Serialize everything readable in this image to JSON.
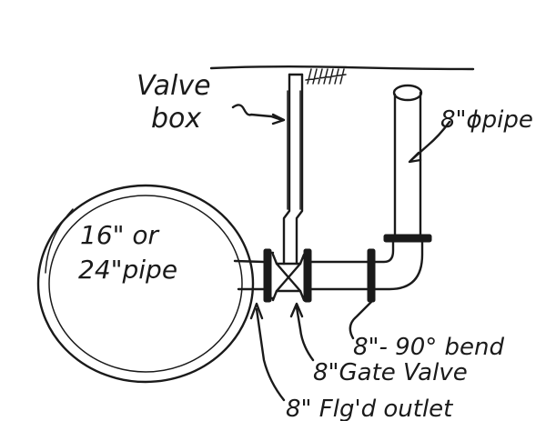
{
  "labels": {
    "valve_box_line1": "Valve",
    "valve_box_line2": "box",
    "riser_pipe": "8\"ϕpipe",
    "main_pipe_line1": "16\" or",
    "main_pipe_line2": "24\"pipe",
    "bend": "8\"- 90° bend",
    "gate_valve": "8\"Gate Valve",
    "outlet": "8\" Flg'd outlet"
  },
  "colors": {
    "ink": "#1a1a1a",
    "paper": "#ffffff"
  }
}
